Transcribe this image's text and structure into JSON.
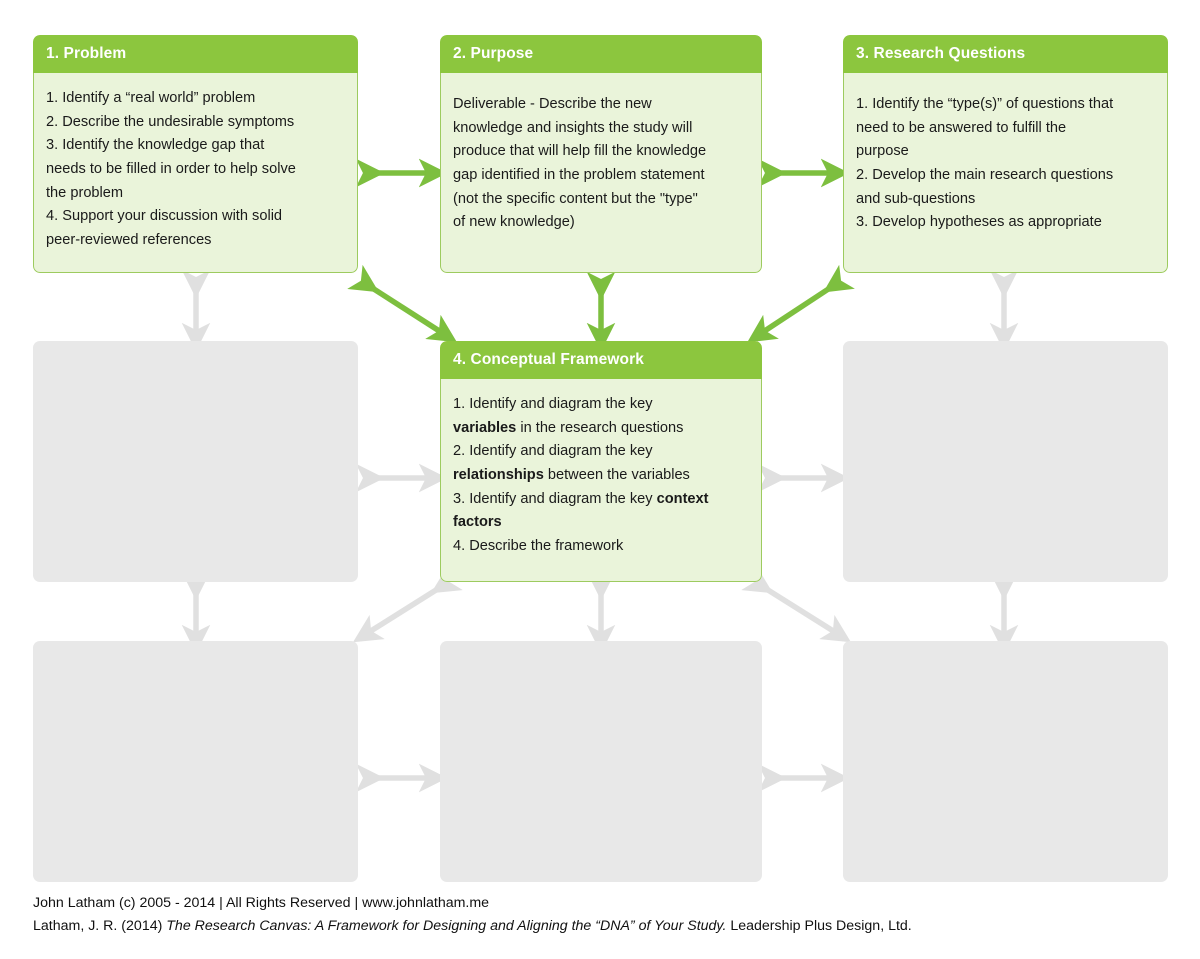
{
  "colors": {
    "header_green": "#8cc63e",
    "body_green": "#eaf4da",
    "border_green": "#9dcb5f",
    "arrow_green": "#7dbf3f",
    "placeholder_gray": "#e8e8e8",
    "arrow_gray": "#e0e0e0"
  },
  "cards": {
    "problem": {
      "title": "1. Problem",
      "lines": [
        "1. Identify a “real world” problem",
        "2. Describe the undesirable symptoms",
        "3. Identify the knowledge gap that",
        "needs to be filled in order to help solve",
        "the problem",
        "4. Support your discussion with solid",
        "peer-reviewed references"
      ]
    },
    "purpose": {
      "title": "2. Purpose",
      "lines": [
        "Deliverable - Describe the new",
        "knowledge and insights the study will",
        "produce that will help fill the knowledge",
        "gap  identified in the problem statement",
        "(not the specific content but the \"type\"",
        "of new knowledge)"
      ]
    },
    "research_questions": {
      "title": "3. Research Questions",
      "lines": [
        "1. Identify the “type(s)” of questions that",
        "need to be answered to fulfill the",
        "purpose",
        "2. Develop the main research questions",
        "and sub-questions",
        "3. Develop hypotheses as appropriate"
      ]
    },
    "conceptual_framework": {
      "title": "4. Conceptual Framework",
      "lines": [
        "1. Identify and diagram the key",
        "<b>variables</b> in the research questions",
        "2. Identify and diagram the key",
        "<b>relationships</b> between the variables",
        "3. Identify and diagram the key <b>context</b>",
        "<b>factors</b>",
        "4. Describe the framework"
      ]
    }
  },
  "placeholders": [
    {
      "name": "placeholder-mid-left"
    },
    {
      "name": "placeholder-mid-right"
    },
    {
      "name": "placeholder-bottom-left"
    },
    {
      "name": "placeholder-bottom-center"
    },
    {
      "name": "placeholder-bottom-right"
    }
  ],
  "footer": {
    "line1": "John Latham (c) 2005 - 2014 | All Rights Reserved | www.johnlatham.me",
    "line2_prefix": "Latham, J. R. (2014) ",
    "line2_italic": "The Research Canvas: A Framework for Designing and Aligning the “DNA” of Your Study.",
    "line2_suffix": " Leadership Plus Design, Ltd."
  }
}
